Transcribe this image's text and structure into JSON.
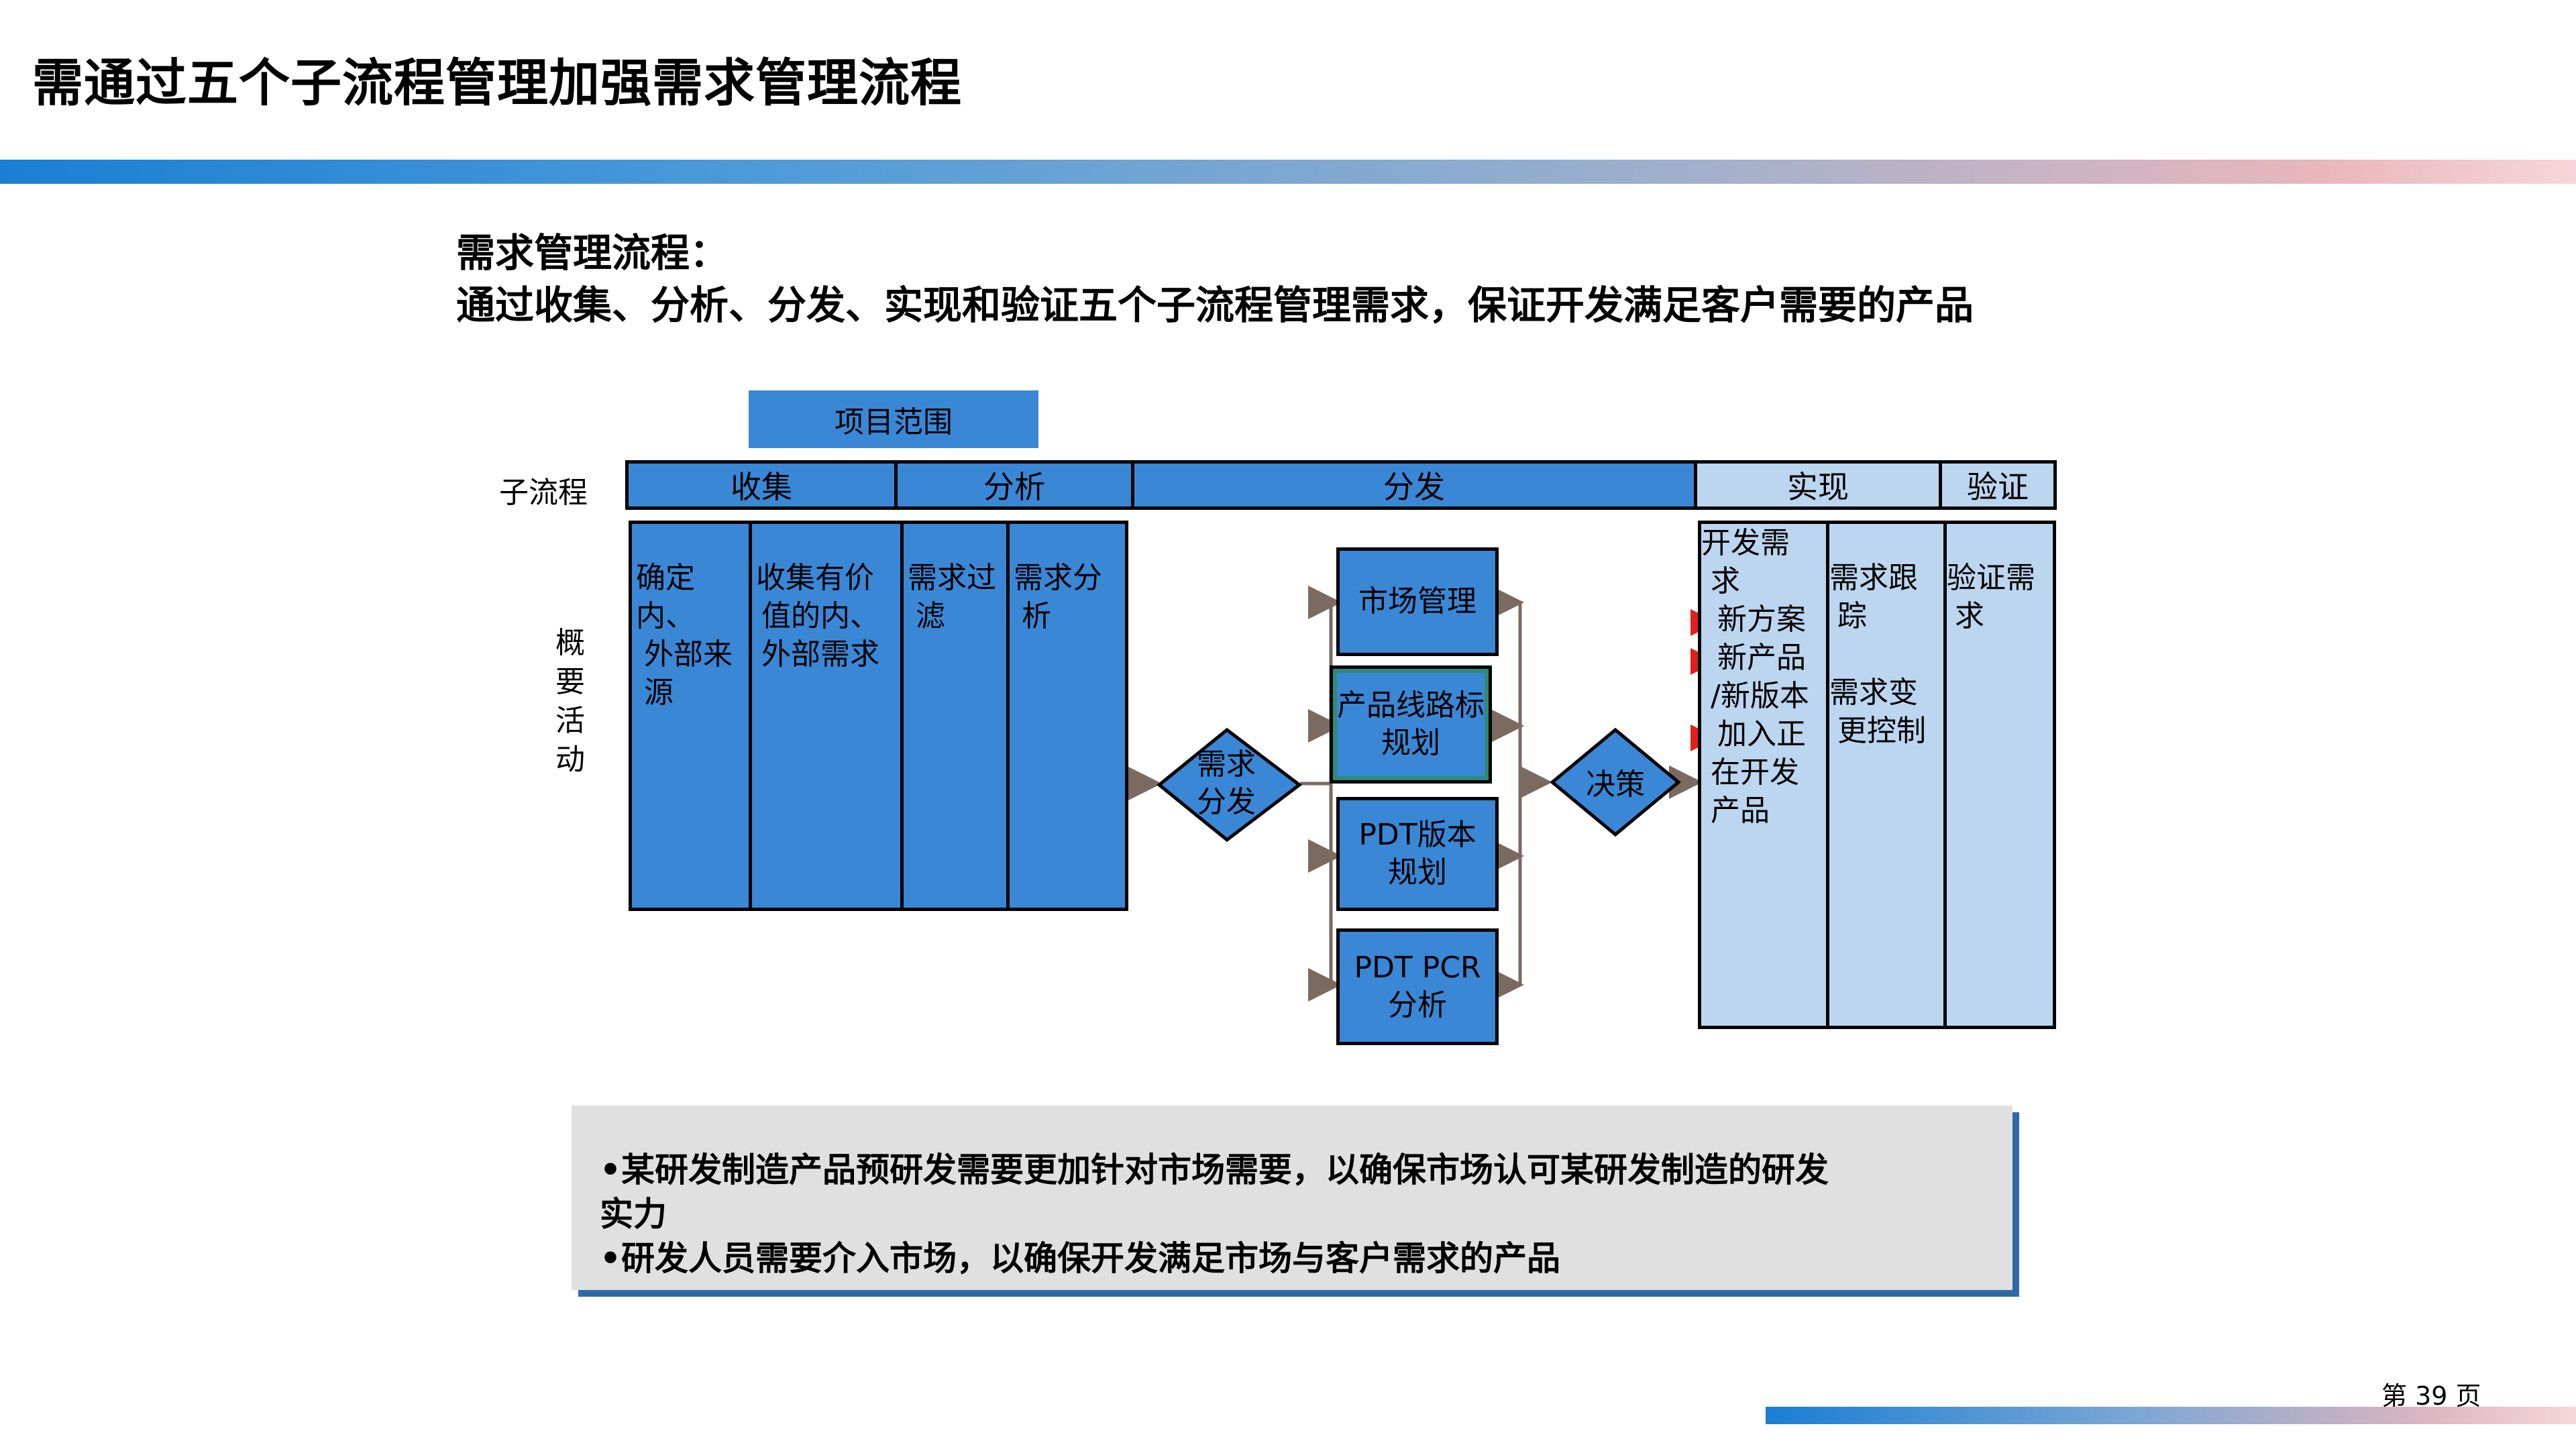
{
  "title": "需通过五个子流程管理加强需求管理流程",
  "heading": {
    "line1": "需求管理流程：",
    "line2": "通过收集、分析、分发、实现和验证五个子流程管理需求，保证开发满足客户需要的产品"
  },
  "scope_label": "项目范围",
  "row_labels": {
    "subprocess": "子流程",
    "activities": "概要活动"
  },
  "headers": [
    "收集",
    "分析",
    "分发",
    "实现",
    "验证"
  ],
  "collect_cells": [
    {
      "lines": [
        "确定内、",
        "外部来",
        "源"
      ]
    },
    {
      "lines": [
        "收集有价",
        "值的内、",
        "外部需求"
      ]
    }
  ],
  "analyze_cells": [
    {
      "lines": [
        "需求过",
        "滤"
      ]
    },
    {
      "lines": [
        "需求分",
        "析"
      ]
    }
  ],
  "distribute": {
    "diamond1": [
      "需求",
      "分发"
    ],
    "processes": [
      [
        "市场管理"
      ],
      [
        "产品线路标",
        "规划"
      ],
      [
        "PDT版本",
        "规划"
      ],
      [
        "PDT PCR",
        "分析"
      ]
    ],
    "diamond2": [
      "决策"
    ]
  },
  "implement_cells": [
    {
      "lines": [
        "开发需",
        "求",
        "新方案",
        "新产品",
        "/新版本",
        "加入正",
        "在开发",
        "产品"
      ]
    },
    {
      "lines": [
        "需求跟",
        "踪",
        "需求变",
        "更控制"
      ]
    }
  ],
  "verify_cells": [
    {
      "lines": [
        "验证需",
        "求"
      ]
    }
  ],
  "notes": [
    "•某研发制造产品预研发需要更加针对市场需要，以确保市场认可某研发制造的研发",
    "实力",
    "•研发人员需要介入市场，以确保开发满足市场与客户需求的产品"
  ],
  "page_number": "第 39 页",
  "colors": {
    "dark_blue": "#3a87d6",
    "light_blue": "#bcd6f0",
    "arrow": "#7a6a60",
    "red_arrow": "#e0201a"
  }
}
